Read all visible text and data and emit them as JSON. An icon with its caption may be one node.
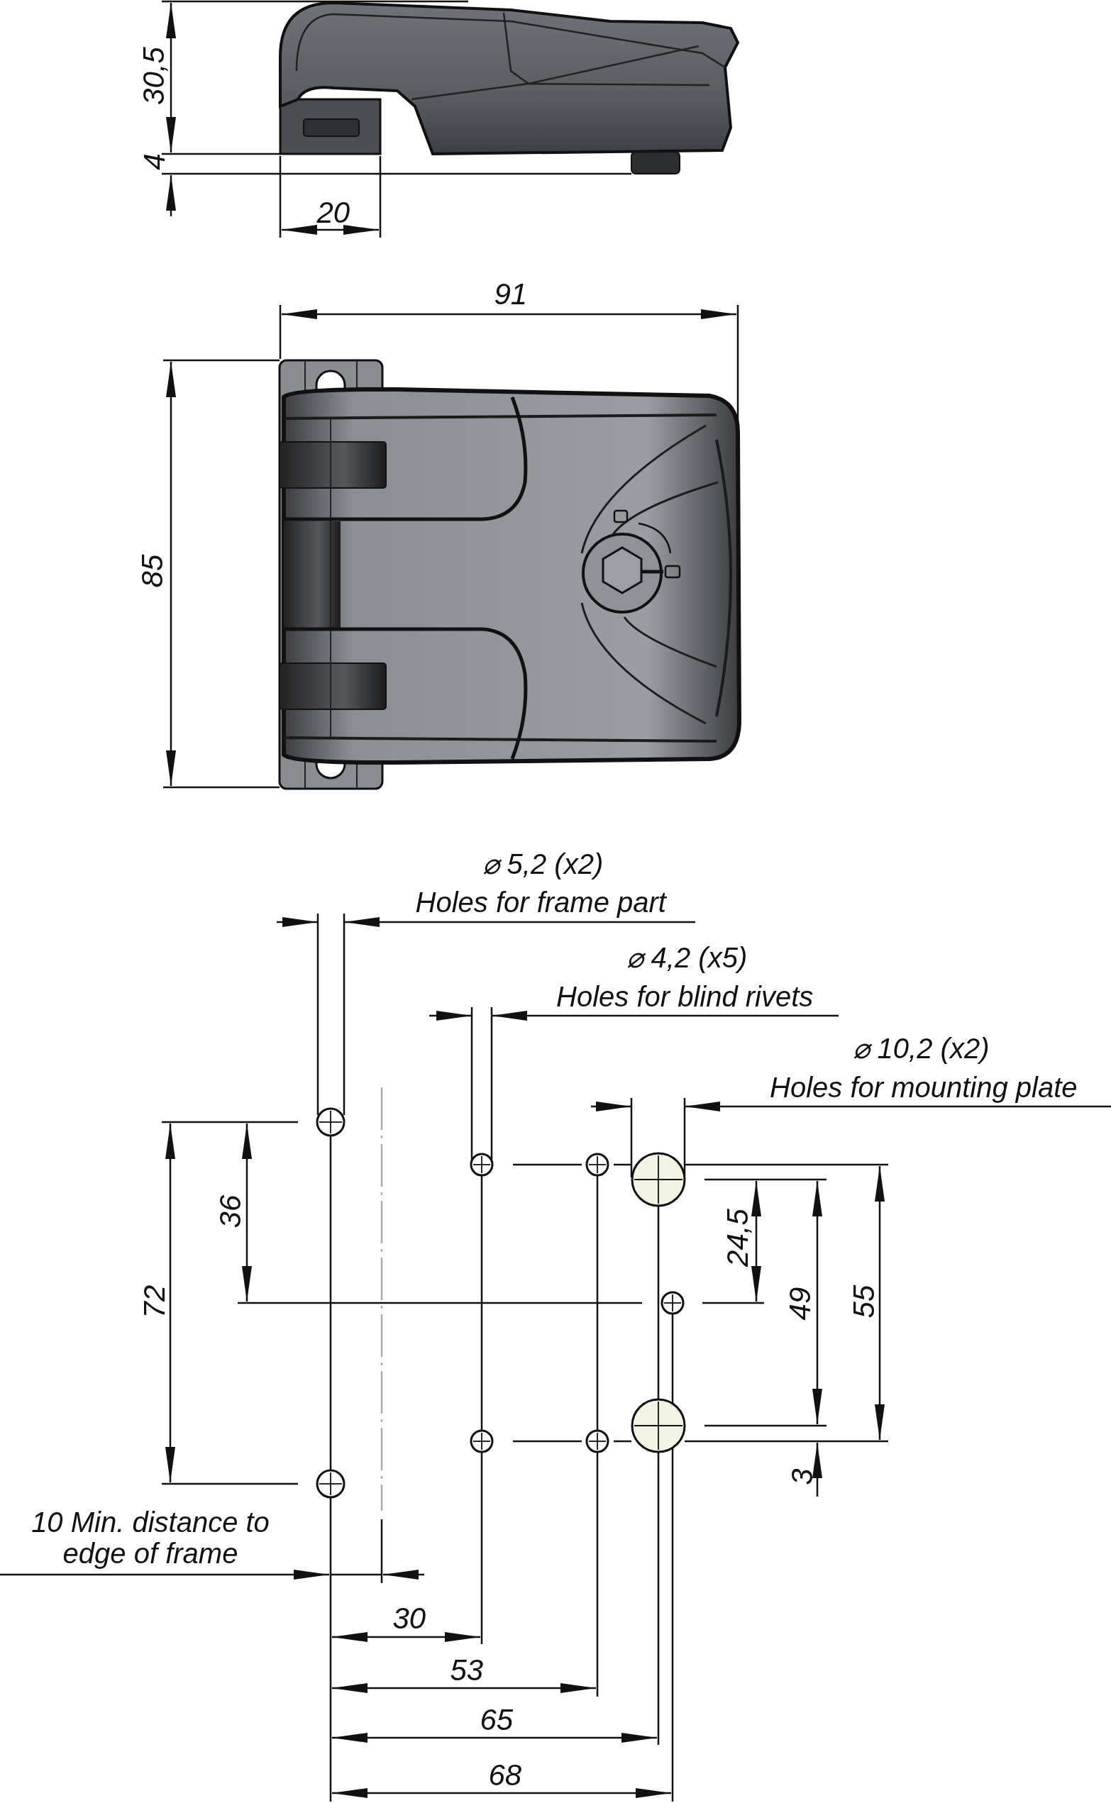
{
  "diagram": {
    "labels": [
      "30,5",
      "4",
      "20",
      "91",
      "85",
      "⌀ 5,2 (x2)",
      "Holes for frame part",
      "⌀ 4,2 (x5)",
      "Holes for blind rivets",
      "⌀ 10,2 (x2)",
      "Holes for mounting plate",
      "36",
      "24,5",
      "72",
      "49",
      "55",
      "3",
      "10 Min. distance to edge of frame",
      "30",
      "53",
      "65",
      "68"
    ]
  }
}
